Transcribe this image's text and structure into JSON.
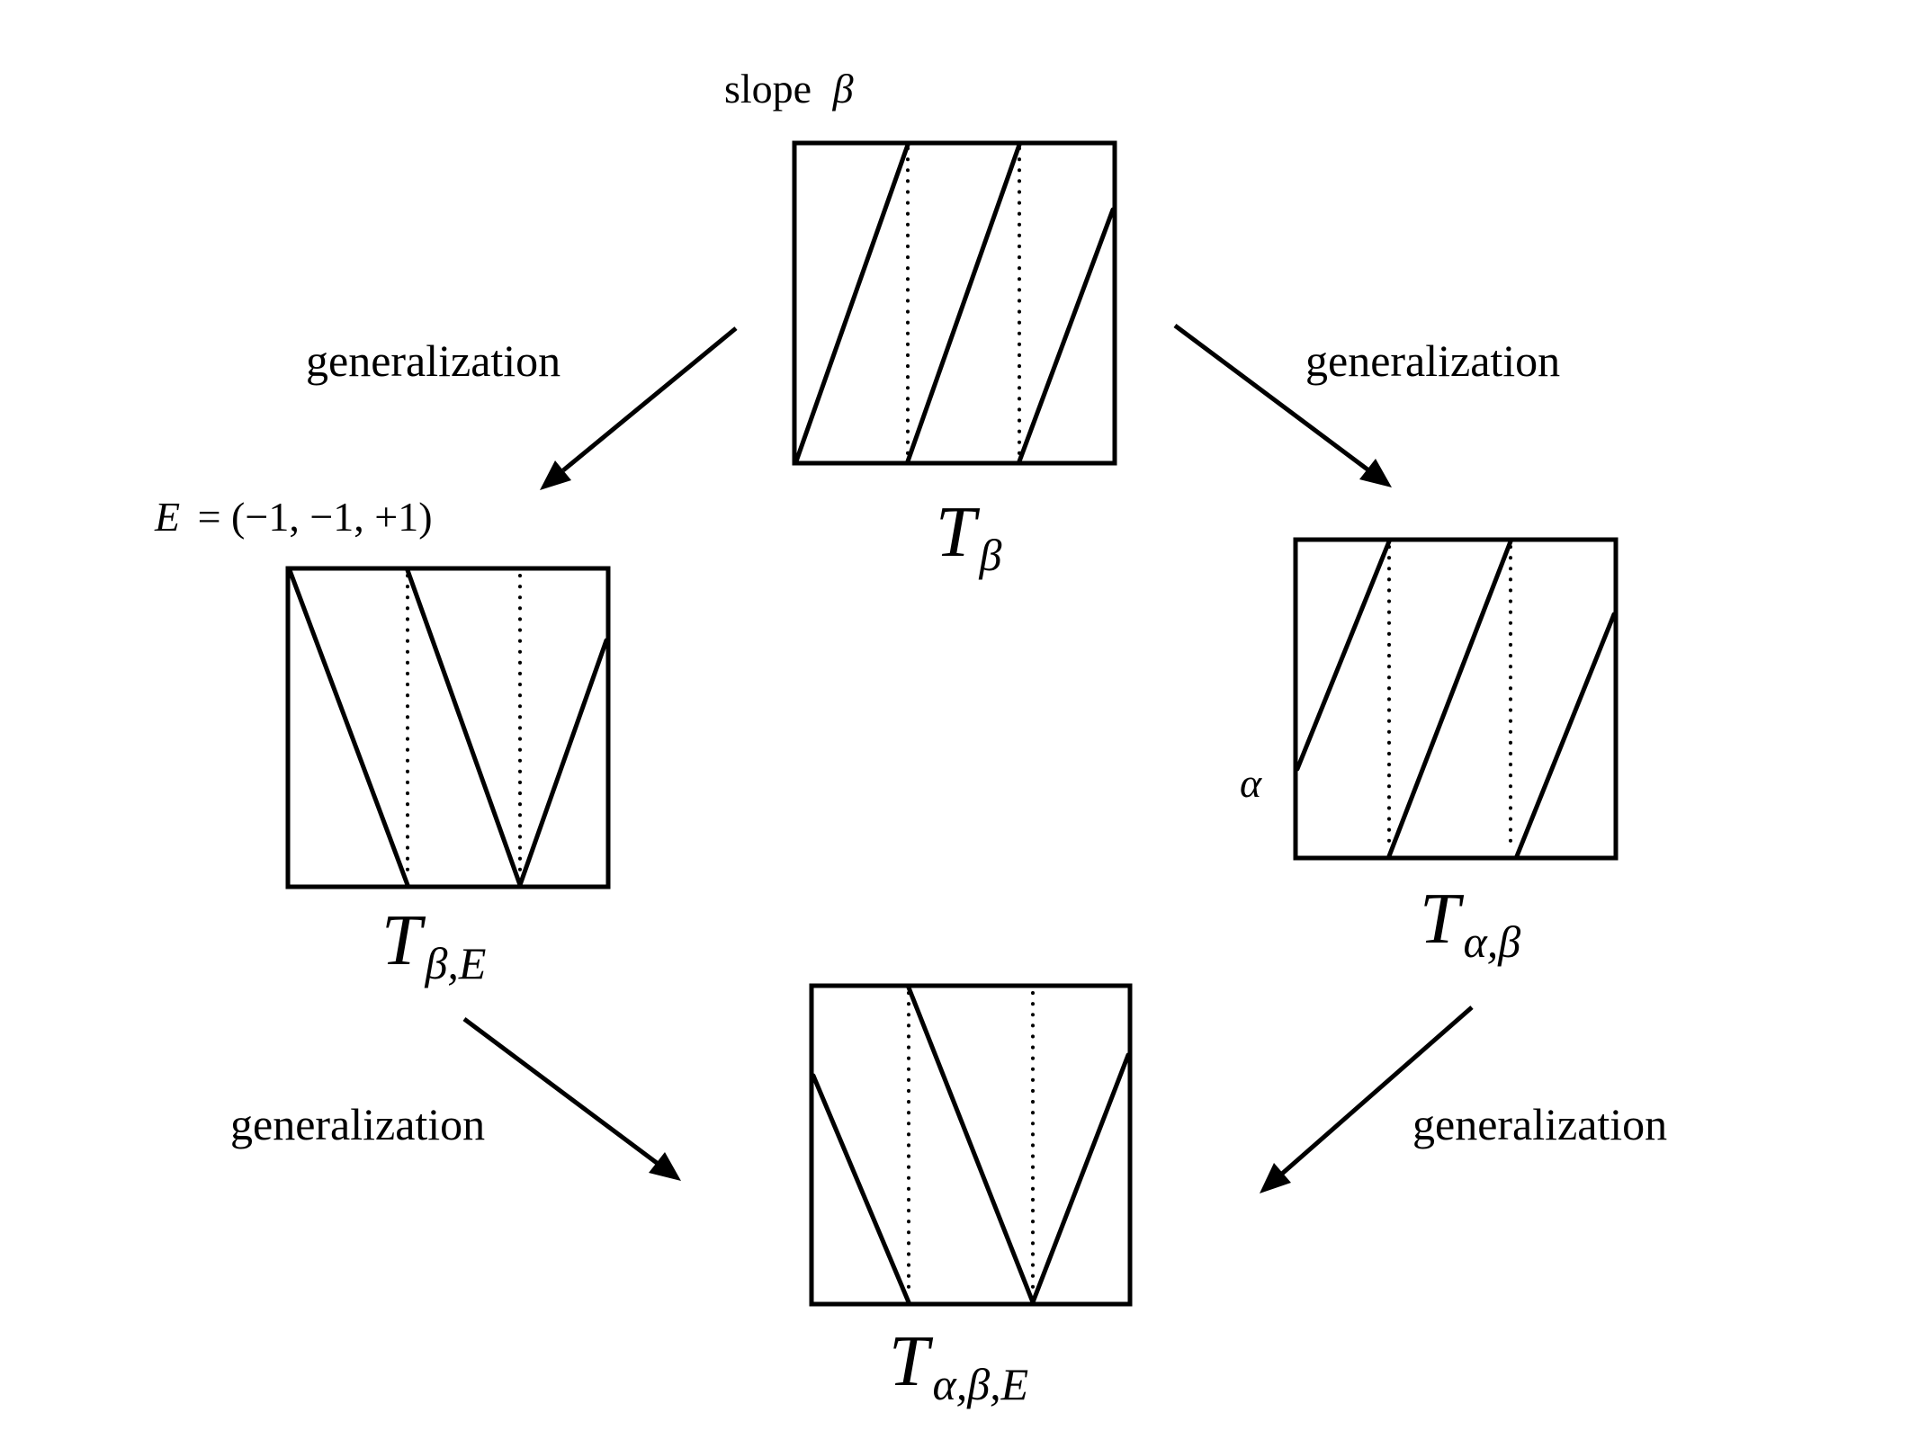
{
  "edges": {
    "top_left": "generalization",
    "top_right": "generalization",
    "bottom_left": "generalization",
    "bottom_right": "generalization"
  },
  "annotations": {
    "slope_prefix": "slope",
    "slope_symbol": "β",
    "e_symbol": "E",
    "e_value": "= (−1, −1, +1)",
    "alpha_symbol": "α"
  },
  "nodes": {
    "t_beta": {
      "main": "T",
      "sub": "β"
    },
    "t_beta_e": {
      "main": "T",
      "sub": "β,E"
    },
    "t_alpha_beta": {
      "main": "T",
      "sub": "α,β"
    },
    "t_alpha_beta_e": {
      "main": "T",
      "sub": "α,β,E"
    }
  }
}
